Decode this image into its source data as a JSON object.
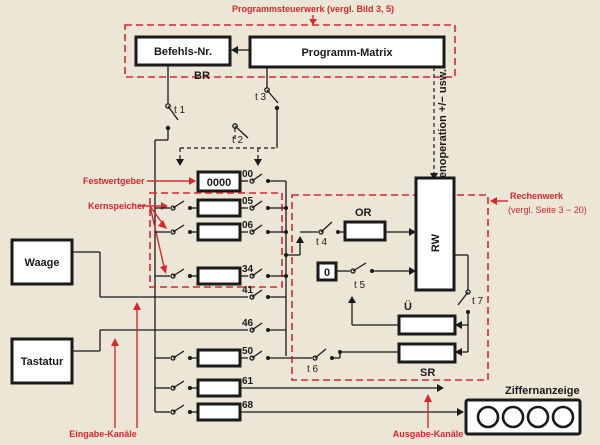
{
  "title": "Programmsteuerwerk (vergl. Bild 3, 5)",
  "befehls_nr": "Befehls-Nr.",
  "br": "BR",
  "programm_matrix": "Programm-Matrix",
  "rechenoperation": "Rechenoperation +/− usw.",
  "festwertgeber": "Festwertgeber",
  "festwert_value": "0000",
  "kernspeicher": "Kernspeicher",
  "rechenwerk": "Rechenwerk",
  "rechenwerk_ref": "(vergl. Seite 3 − 20)",
  "waage": "Waage",
  "tastatur": "Tastatur",
  "eingabe_kanaele": "Eingabe-Kanäle",
  "ausgabe_kanaele": "Ausgabe-Kanäle",
  "ziffernanzeige": "Ziffernanzeige",
  "or_label": "OR",
  "rw_label": "RW",
  "zero_label": "0",
  "u_label": "Ü",
  "sr_label": "SR",
  "switches": {
    "t1": "t 1",
    "t2": "t 2",
    "t3": "t 3",
    "t4": "t 4",
    "t5": "t 5",
    "t6": "t 6",
    "t7": "t 7"
  },
  "channels": {
    "c00": "00",
    "c05": "05",
    "c06": "06",
    "c34": "34",
    "c41": "41",
    "c46": "46",
    "c50": "50",
    "c61": "61",
    "c68": "68"
  },
  "colors": {
    "accent": "#d8262f",
    "ink": "#1a1a1a",
    "paper": "#ece6d6"
  }
}
